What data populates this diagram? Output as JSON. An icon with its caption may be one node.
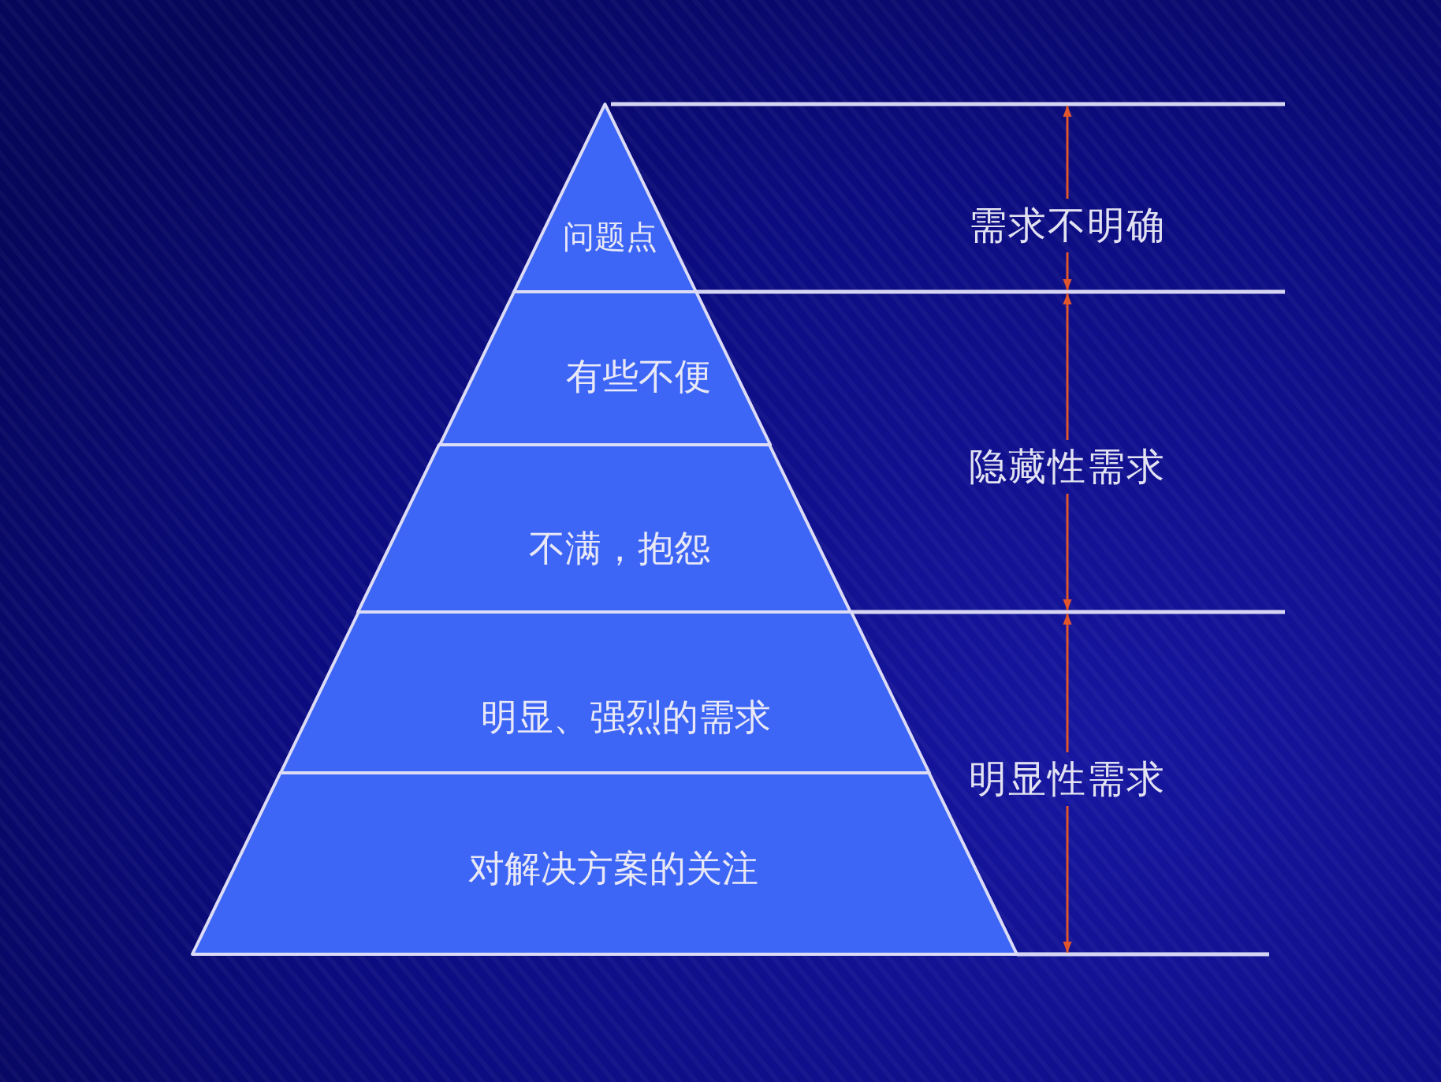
{
  "diagram": {
    "nodes": [
      {
        "text": [
          "问题点"
        ]
      },
      {
        "text": [
          "有些不便"
        ]
      },
      {
        "text": [
          "不满，抱怨"
        ]
      },
      {
        "text": [
          "明显、强烈的需求"
        ]
      },
      {
        "text": [
          "对解决方案的关注"
        ]
      }
    ],
    "labels": [
      "需求不明确",
      "隐藏性需求",
      "明显性需求"
    ]
  }
}
